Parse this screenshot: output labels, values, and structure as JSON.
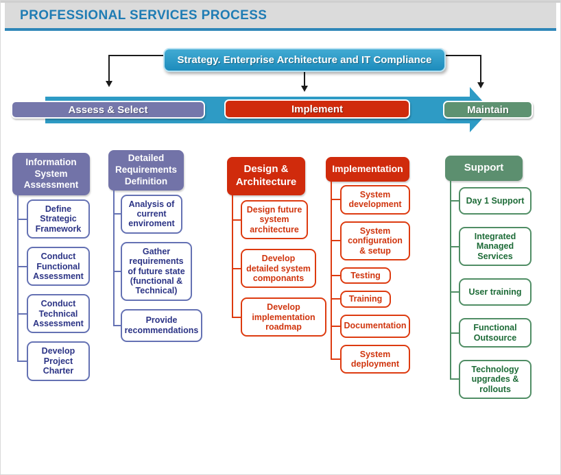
{
  "title": "PROFESSIONAL SERVICES PROCESS",
  "strategy_banner": {
    "label": "Strategy. Enterprise Architecture and IT Compliance"
  },
  "phases": [
    {
      "label": "Assess & Select",
      "color": "#7577AB"
    },
    {
      "label": "Implement",
      "color": "#D02B0C"
    },
    {
      "label": "Maintain",
      "color": "#5E9271"
    }
  ],
  "columns": [
    {
      "header": "Information System Assessment",
      "theme": "purple",
      "items": [
        "Define Strategic Framework",
        "Conduct Functional Assessment",
        "Conduct Technical Assessment",
        "Develop Project Charter"
      ]
    },
    {
      "header": "Detailed Requirements Definition",
      "theme": "purple",
      "items": [
        "Analysis of current enviroment",
        "Gather requirements of future state (functional & Technical)",
        "Provide recommendations"
      ]
    },
    {
      "header": "Design & Architecture",
      "theme": "red",
      "items": [
        "Design future system architecture",
        "Develop detailed system componants",
        "Develop implementation roadmap"
      ]
    },
    {
      "header": "Implementation",
      "theme": "red",
      "items": [
        "System development",
        "System configuration & setup",
        "Testing",
        "Training",
        "Documentation",
        "System deployment"
      ]
    },
    {
      "header": "Support",
      "theme": "green",
      "items": [
        "Day 1 Support",
        "Integrated Managed Services",
        "User training",
        "Functional Outsource",
        "Technology upgrades & rollouts"
      ]
    }
  ],
  "colors": {
    "title_blue": "#1F7CB4",
    "underline_blue": "#2E86B8",
    "arrow_cyan": "#2E9BC5",
    "strategy_cyan": "#2A9AC8",
    "purple": "#7273A8",
    "red": "#D02B0C",
    "green": "#5C8F6F",
    "titlebar_gray": "#DBDBDB"
  }
}
